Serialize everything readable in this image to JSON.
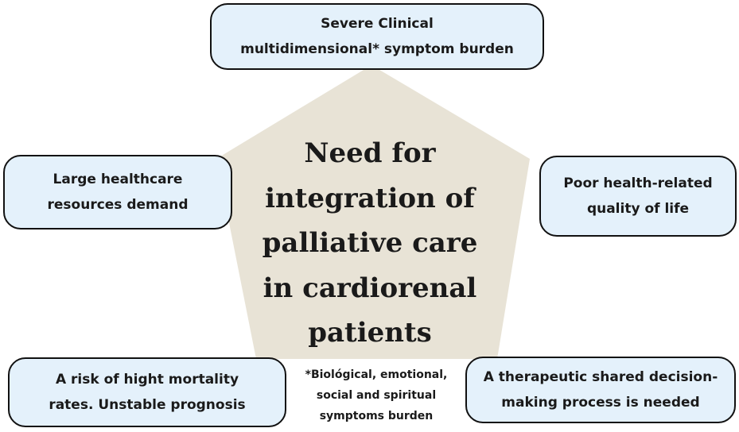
{
  "center": {
    "lines": [
      "Need for",
      "integration of",
      "palliative care",
      "in cardiorenal",
      "patients"
    ]
  },
  "boxes": {
    "top": {
      "lines": [
        "Severe Clinical",
        "multidimensional* symptom burden"
      ]
    },
    "left": {
      "lines": [
        "Large healthcare",
        "resources demand"
      ]
    },
    "right": {
      "lines": [
        "Poor health-related",
        "quality of life"
      ]
    },
    "bottom_left": {
      "lines": [
        "A risk of hight mortality",
        "rates. Unstable prognosis"
      ]
    },
    "bottom_right": {
      "lines": [
        "A therapeutic shared decision-",
        "making process is needed"
      ]
    }
  },
  "footnote": {
    "lines": [
      "*Biológical, emotional,",
      "social and spiritual",
      "symptoms burden"
    ]
  },
  "colors": {
    "pentagon_fill": "#e8e3d6",
    "box_fill": "#e4f1fb",
    "box_border": "#111111",
    "text": "#1a1a1a"
  }
}
